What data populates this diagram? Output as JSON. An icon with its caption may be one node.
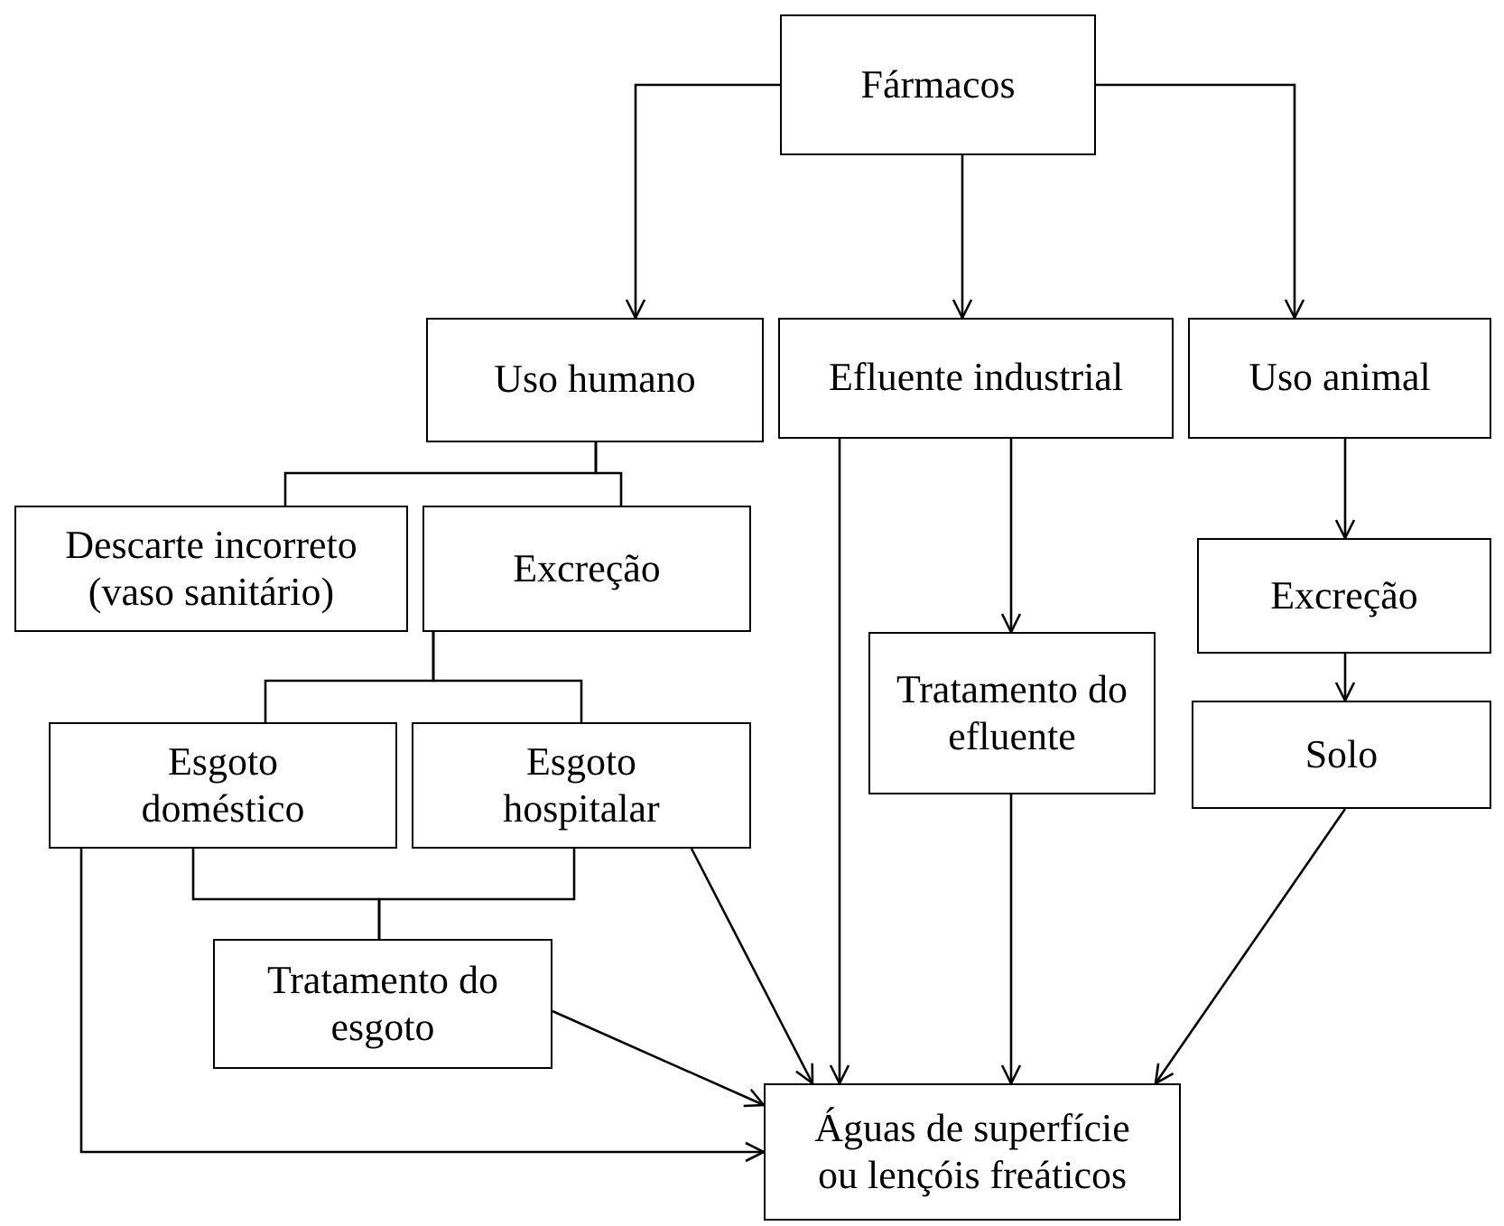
{
  "diagram": {
    "nodes": [
      {
        "text": [
          "Fármacos"
        ]
      },
      {
        "text": [
          "Uso humano"
        ]
      },
      {
        "text": [
          "Efluente industrial"
        ]
      },
      {
        "text": [
          "Uso animal"
        ]
      },
      {
        "text": [
          "Descarte incorreto (vaso sanitário)"
        ]
      },
      {
        "text": [
          "Excreção"
        ]
      },
      {
        "text": [
          "Excreção"
        ]
      },
      {
        "text": [
          "Tratamento do efluente"
        ]
      },
      {
        "text": [
          "Esgoto doméstico"
        ]
      },
      {
        "text": [
          "Esgoto hospitalar"
        ]
      },
      {
        "text": [
          "Solo"
        ]
      },
      {
        "text": [
          "Tratamento do esgoto"
        ]
      },
      {
        "text": [
          "Águas de superfície ou lençóis freáticos"
        ]
      }
    ],
    "edges": [
      {
        "from": 0,
        "to": 1,
        "arrow": "to"
      },
      {
        "from": 0,
        "to": 2,
        "arrow": "to"
      },
      {
        "from": 0,
        "to": 3,
        "arrow": "to"
      },
      {
        "from": 1,
        "to": 4,
        "arrow": "none"
      },
      {
        "from": 1,
        "to": 5,
        "arrow": "none"
      },
      {
        "from": 5,
        "to": 8,
        "arrow": "none"
      },
      {
        "from": 5,
        "to": 9,
        "arrow": "none"
      },
      {
        "from": 8,
        "to": 11,
        "arrow": "none"
      },
      {
        "from": 9,
        "to": 11,
        "arrow": "none"
      },
      {
        "from": 8,
        "to": 12,
        "arrow": "to"
      },
      {
        "from": 9,
        "to": 12,
        "arrow": "to"
      },
      {
        "from": 11,
        "to": 12,
        "arrow": "to"
      },
      {
        "from": 2,
        "to": 12,
        "arrow": "to"
      },
      {
        "from": 2,
        "to": 7,
        "arrow": "to"
      },
      {
        "from": 7,
        "to": 12,
        "arrow": "to"
      },
      {
        "from": 3,
        "to": 6,
        "arrow": "to"
      },
      {
        "from": 6,
        "to": 10,
        "arrow": "to"
      },
      {
        "from": 10,
        "to": 12,
        "arrow": "to"
      }
    ]
  }
}
